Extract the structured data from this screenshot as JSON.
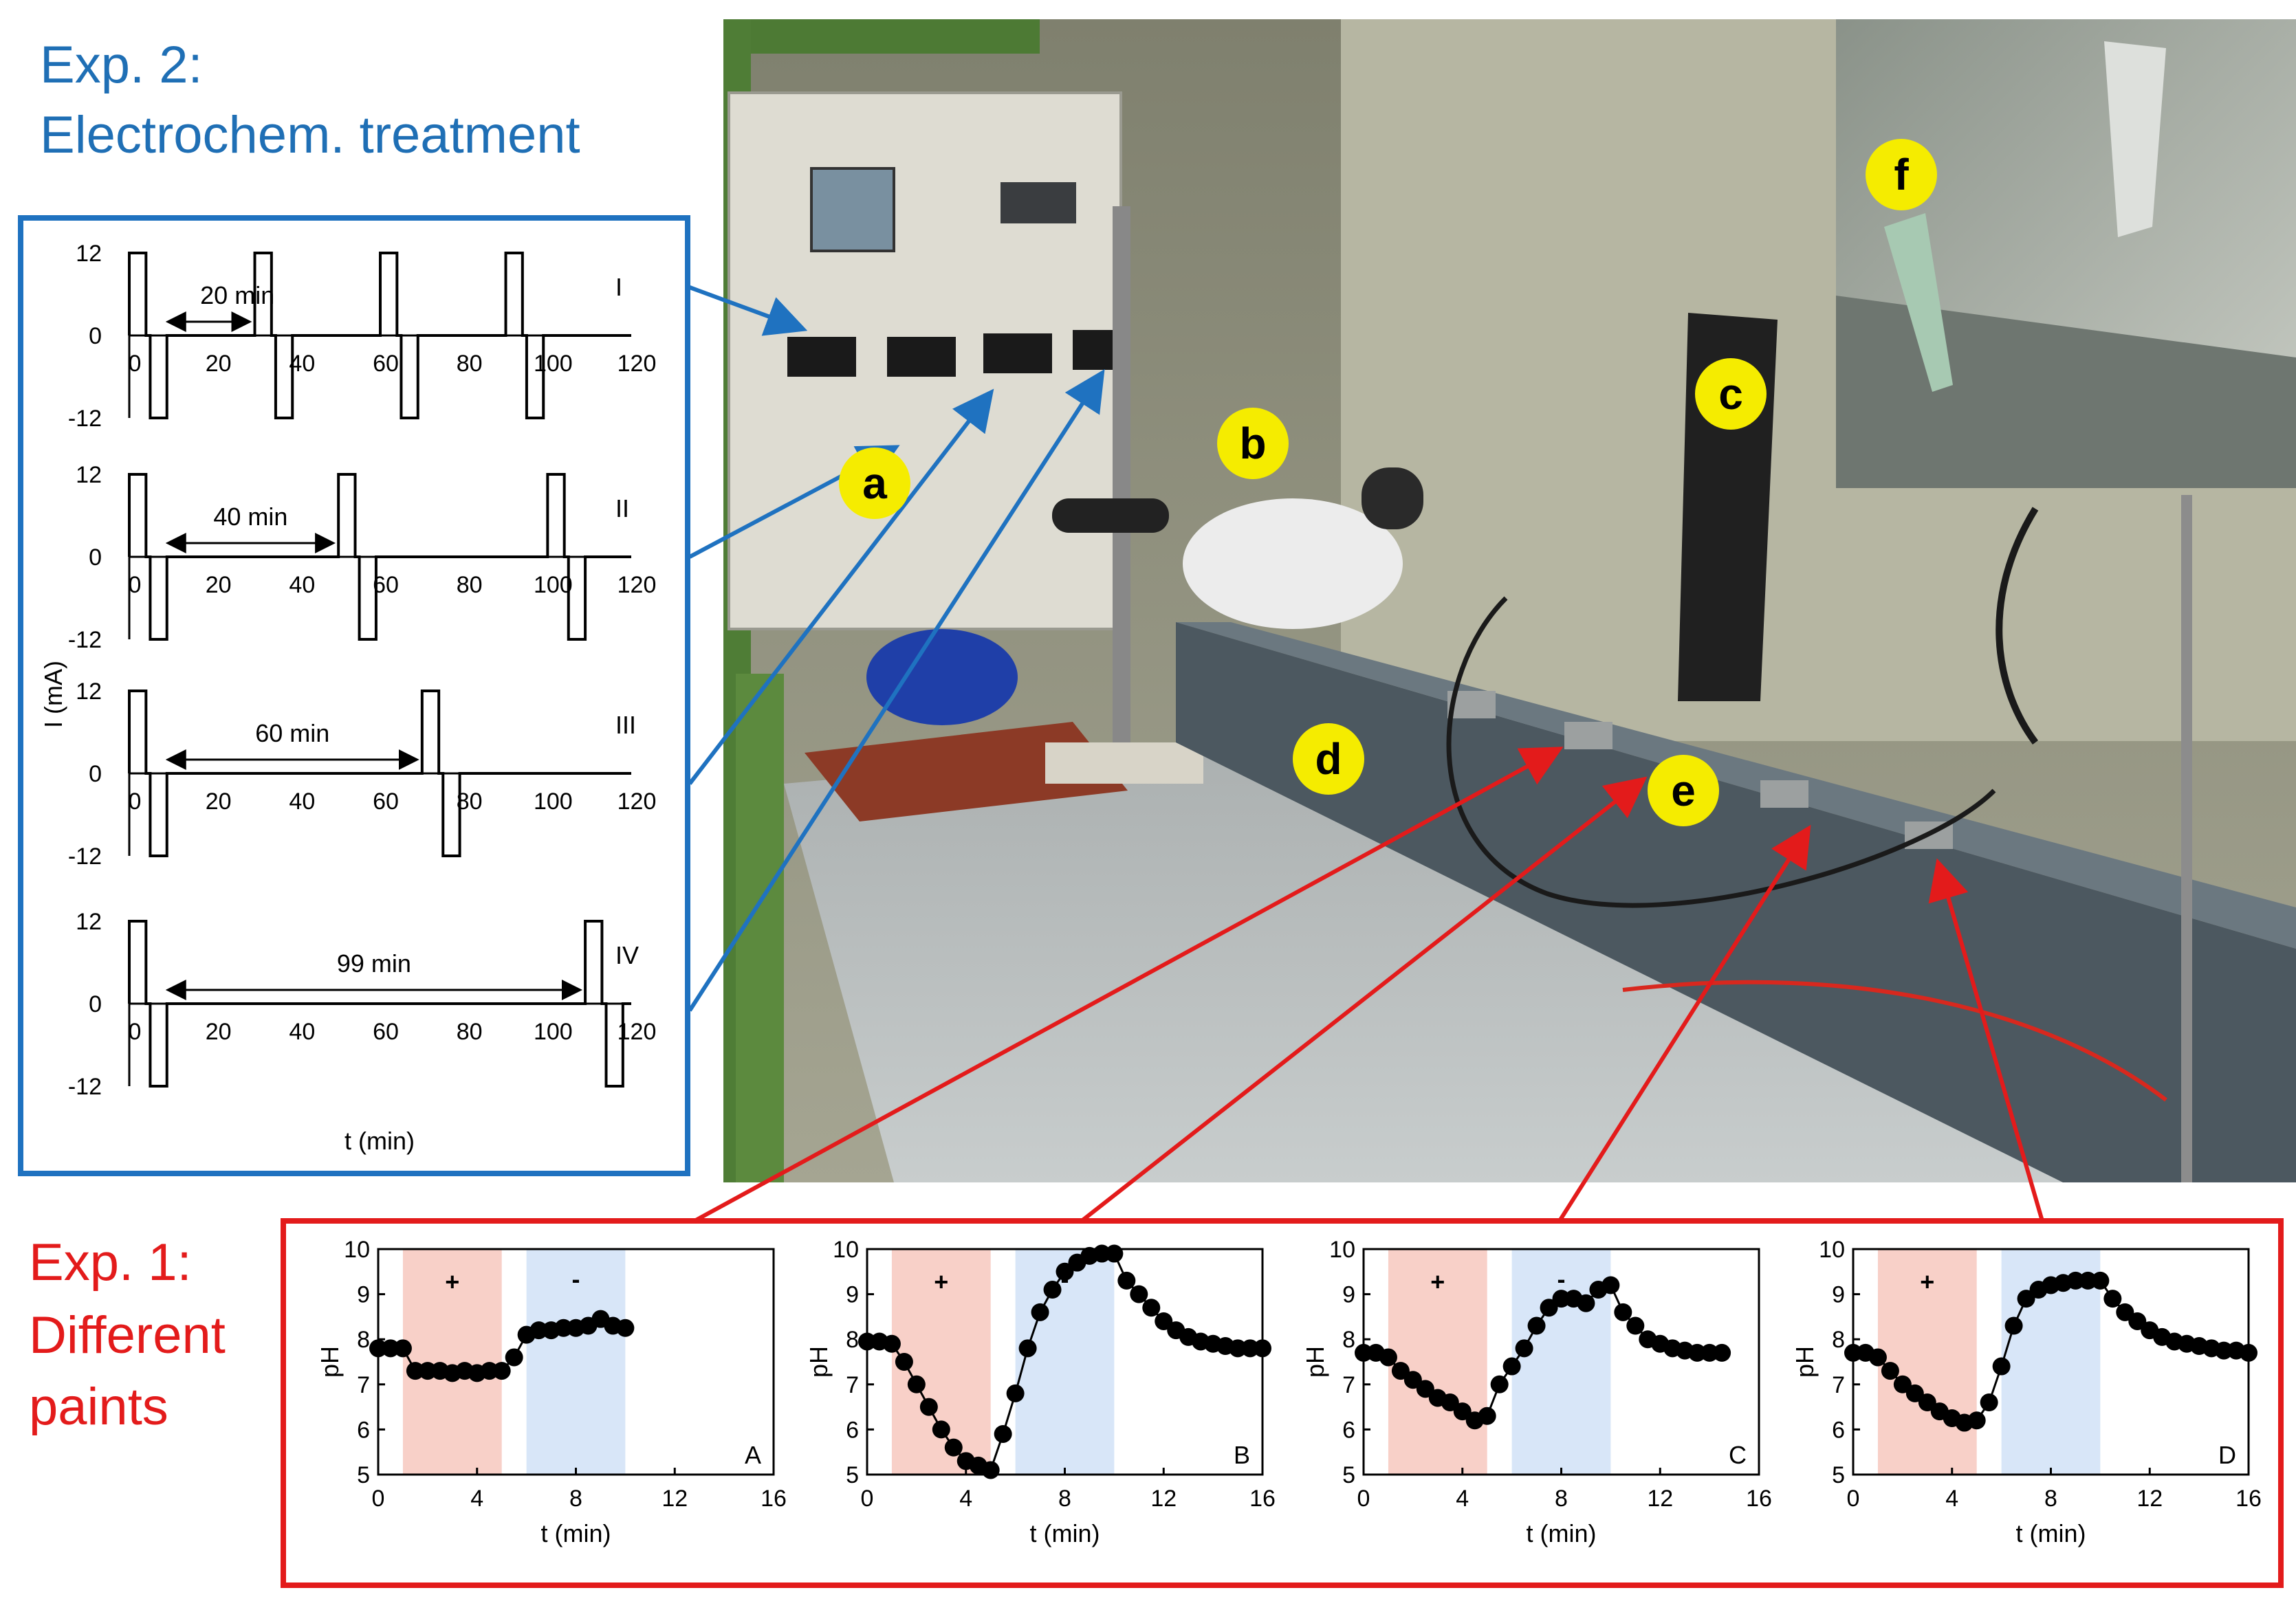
{
  "exp2": {
    "title_line1": "Exp. 2:",
    "title_line2": "Electrochem. treatment",
    "y_axis_label": "I (mA)",
    "x_axis_label": "t (min)",
    "panels": [
      {
        "id": "I",
        "interval_label": "20 min",
        "interval_min": 20,
        "pulses": [
          0,
          30,
          60,
          90
        ]
      },
      {
        "id": "II",
        "interval_label": "40 min",
        "interval_min": 40,
        "pulses": [
          0,
          50,
          100
        ]
      },
      {
        "id": "III",
        "interval_label": "60 min",
        "interval_min": 60,
        "pulses": [
          0,
          70
        ]
      },
      {
        "id": "IV",
        "interval_label": "99 min",
        "interval_min": 99,
        "pulses": [
          0,
          109
        ]
      }
    ],
    "y_ticks": [
      "12",
      "0",
      "-12"
    ],
    "x_ticks": [
      "0",
      "20",
      "40",
      "60",
      "80",
      "100",
      "120"
    ],
    "current_mA": 12,
    "pulse_width_min": 4,
    "pulse_gap_min": 1
  },
  "exp1": {
    "title_line1": "Exp. 1:",
    "title_line2": "Different",
    "title_line3": "paints",
    "y_axis_label": "pH",
    "x_axis_label": "t (min)",
    "x_ticks": [
      "0",
      "4",
      "8",
      "12",
      "16"
    ],
    "y_ticks": [
      "5",
      "6",
      "7",
      "8",
      "9",
      "10"
    ],
    "plus_sign": "+",
    "minus_sign": "-",
    "colors": {
      "anodic": "#f8d0c8",
      "cathodic": "#d8e6f8",
      "plus": "#e8501e",
      "minus": "#1f6fb5"
    }
  },
  "photo": {
    "labels": [
      "a",
      "b",
      "c",
      "d",
      "e",
      "f"
    ],
    "colors": {
      "callout_fill": "#f5ec00",
      "blue_arrow": "#1f72c0",
      "red_arrow": "#e31b1b"
    }
  },
  "chart_data": [
    {
      "type": "line",
      "panel": "I",
      "xlabel": "t (min)",
      "ylabel": "I (mA)",
      "xlim": [
        0,
        120
      ],
      "ylim": [
        -12,
        12
      ],
      "pulse_starts_min": [
        0,
        30,
        60,
        90
      ],
      "interval_min": 20
    },
    {
      "type": "line",
      "panel": "II",
      "xlabel": "t (min)",
      "ylabel": "I (mA)",
      "xlim": [
        0,
        120
      ],
      "ylim": [
        -12,
        12
      ],
      "pulse_starts_min": [
        0,
        50,
        100
      ],
      "interval_min": 40
    },
    {
      "type": "line",
      "panel": "III",
      "xlabel": "t (min)",
      "ylabel": "I (mA)",
      "xlim": [
        0,
        120
      ],
      "ylim": [
        -12,
        12
      ],
      "pulse_starts_min": [
        0,
        70
      ],
      "interval_min": 60
    },
    {
      "type": "line",
      "panel": "IV",
      "xlabel": "t (min)",
      "ylabel": "I (mA)",
      "xlim": [
        0,
        120
      ],
      "ylim": [
        -12,
        12
      ],
      "pulse_starts_min": [
        0,
        109
      ],
      "interval_min": 99
    },
    {
      "type": "scatter",
      "panel": "A",
      "xlabel": "t (min)",
      "ylabel": "pH",
      "xlim": [
        0,
        16
      ],
      "ylim": [
        5,
        10
      ],
      "anodic_window": [
        1,
        5
      ],
      "cathodic_window": [
        6,
        10
      ],
      "x": [
        0,
        0.5,
        1,
        1.5,
        2,
        2.5,
        3,
        3.5,
        4,
        4.5,
        5,
        5.5,
        6,
        6.5,
        7,
        7.5,
        8,
        8.5,
        9,
        9.5,
        10
      ],
      "y": [
        7.8,
        7.8,
        7.8,
        7.3,
        7.3,
        7.3,
        7.25,
        7.3,
        7.25,
        7.3,
        7.3,
        7.6,
        8.1,
        8.2,
        8.2,
        8.25,
        8.25,
        8.3,
        8.45,
        8.3,
        8.25
      ]
    },
    {
      "type": "scatter",
      "panel": "B",
      "xlabel": "t (min)",
      "ylabel": "pH",
      "xlim": [
        0,
        16
      ],
      "ylim": [
        5,
        10
      ],
      "anodic_window": [
        1,
        5
      ],
      "cathodic_window": [
        6,
        10
      ],
      "x": [
        0,
        0.5,
        1,
        1.5,
        2,
        2.5,
        3,
        3.5,
        4,
        4.5,
        5,
        5.5,
        6,
        6.5,
        7,
        7.5,
        8,
        8.5,
        9,
        9.5,
        10,
        10.5,
        11,
        11.5,
        12,
        12.5,
        13,
        13.5,
        14,
        14.5,
        15,
        15.5,
        16
      ],
      "y": [
        7.95,
        7.95,
        7.9,
        7.5,
        7.0,
        6.5,
        6.0,
        5.6,
        5.3,
        5.2,
        5.1,
        5.9,
        6.8,
        7.8,
        8.6,
        9.1,
        9.5,
        9.7,
        9.85,
        9.9,
        9.9,
        9.3,
        9.0,
        8.7,
        8.4,
        8.2,
        8.05,
        7.95,
        7.9,
        7.85,
        7.8,
        7.8,
        7.8
      ]
    },
    {
      "type": "scatter",
      "panel": "C",
      "xlabel": "t (min)",
      "ylabel": "pH",
      "xlim": [
        0,
        16
      ],
      "ylim": [
        5,
        10
      ],
      "anodic_window": [
        1,
        5
      ],
      "cathodic_window": [
        6,
        10
      ],
      "x": [
        0,
        0.5,
        1,
        1.5,
        2,
        2.5,
        3,
        3.5,
        4,
        4.5,
        5,
        5.5,
        6,
        6.5,
        7,
        7.5,
        8,
        8.5,
        9,
        9.5,
        10,
        10.5,
        11,
        11.5,
        12,
        12.5,
        13,
        13.5,
        14,
        14.5
      ],
      "y": [
        7.7,
        7.7,
        7.6,
        7.3,
        7.1,
        6.9,
        6.7,
        6.6,
        6.4,
        6.2,
        6.3,
        7.0,
        7.4,
        7.8,
        8.3,
        8.7,
        8.9,
        8.9,
        8.8,
        9.1,
        9.2,
        8.6,
        8.3,
        8.0,
        7.9,
        7.8,
        7.75,
        7.7,
        7.7,
        7.7
      ]
    },
    {
      "type": "scatter",
      "panel": "D",
      "xlabel": "t (min)",
      "ylabel": "pH",
      "xlim": [
        0,
        16
      ],
      "ylim": [
        5,
        10
      ],
      "anodic_window": [
        1,
        5
      ],
      "cathodic_window": [
        6,
        10
      ],
      "x": [
        0,
        0.5,
        1,
        1.5,
        2,
        2.5,
        3,
        3.5,
        4,
        4.5,
        5,
        5.5,
        6,
        6.5,
        7,
        7.5,
        8,
        8.5,
        9,
        9.5,
        10,
        10.5,
        11,
        11.5,
        12,
        12.5,
        13,
        13.5,
        14,
        14.5,
        15,
        15.5,
        16
      ],
      "y": [
        7.7,
        7.7,
        7.6,
        7.3,
        7.0,
        6.8,
        6.6,
        6.4,
        6.25,
        6.15,
        6.2,
        6.6,
        7.4,
        8.3,
        8.9,
        9.1,
        9.2,
        9.25,
        9.3,
        9.3,
        9.3,
        8.9,
        8.6,
        8.4,
        8.2,
        8.05,
        7.95,
        7.9,
        7.85,
        7.8,
        7.75,
        7.75,
        7.7
      ]
    }
  ]
}
